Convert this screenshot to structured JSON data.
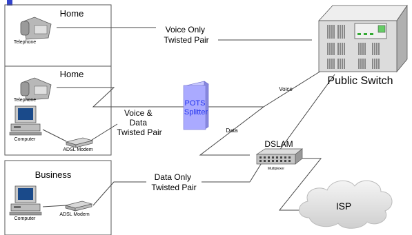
{
  "boxes": {
    "home1_title": "Home",
    "home2_title": "Home",
    "business_title": "Business"
  },
  "labels": {
    "telephone_1": "Telephone",
    "telephone_2": "Telephone",
    "computer_1": "Computer",
    "computer_2": "Computer",
    "adsl_modem_1": "ADSL Modem",
    "adsl_modem_2": "ADSL Modem",
    "voice_only_line1": "Voice Only",
    "voice_only_line2": "Twisted Pair",
    "voice_data_line1": "Voice &",
    "voice_data_line2": "Data",
    "voice_data_line3": "Twisted Pair",
    "data_only_line1": "Data Only",
    "data_only_line2": "Twisted Pair",
    "pots_line1": "POTS",
    "pots_line2": "Splitter",
    "voice_link": "Voice",
    "data_link": "Data",
    "public_switch": "Public Switch",
    "dslam": "DSLAM",
    "multiplexer": "Multiplexer",
    "isp": "ISP"
  },
  "colors": {
    "splitter_fill": "#aaaaff",
    "splitter_text": "#2233ee",
    "accent_corner": "#3344cc",
    "switch_fill": "#dcdcdc",
    "cloud_fill": "#e6e6e6",
    "box_border": "#555555"
  },
  "icons": [
    "telephone-icon",
    "computer-icon",
    "adsl-modem-icon",
    "public-switch-icon",
    "multiplexer-icon",
    "isp-cloud-icon"
  ]
}
